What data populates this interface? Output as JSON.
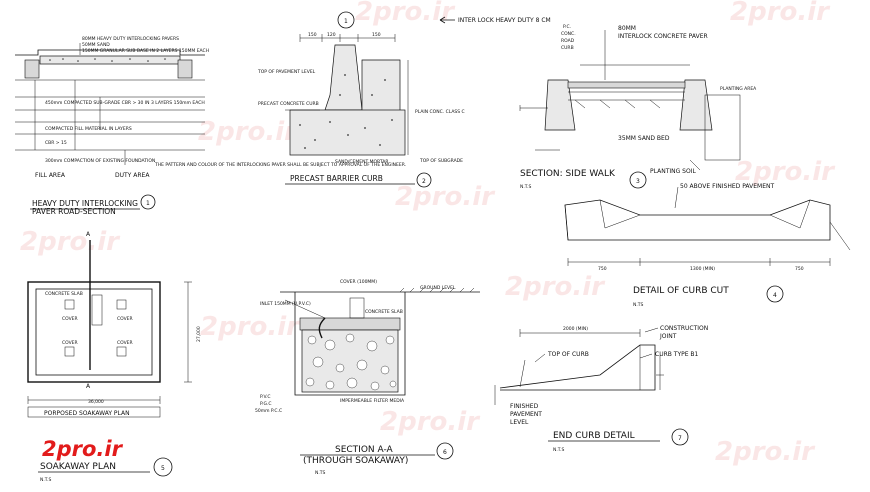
{
  "watermark": {
    "text": "2pro.ir",
    "color": "#e21b1b"
  },
  "details": {
    "paver_section": {
      "notes": [
        "80MM HEAVY DUTY INTERLOCKING PAVERS",
        "50MM SAND",
        "150MM GRANULAR SUB BASE IN 2 LAYERS 150MM EACH",
        "450mm COMPACTED SUB-GRADE CBR > 30 IN 3 LAYERS 150mm EACH",
        "COMPACTED FILL MATERIAL IN LAYERS",
        "CBR > 15",
        "300mm COMPACTION OF EXISTING FOUNDATION",
        "THE PATTERN AND COLOUR OF THE INTERLOCKING PAVER SHALL BE SUBJECT TO APPROVAL OF THE ENGINEER."
      ],
      "fill_area": "FILL AREA",
      "duty_area": "DUTY AREA",
      "title_line1": "HEAVY DUTY INTERLOCKING",
      "title_line2": "PAVER ROAD-SECTION",
      "number": "1"
    },
    "precast_curb": {
      "top_number": "1",
      "dims": [
        "150",
        "120",
        "150"
      ],
      "labels": {
        "top_pavement": "TOP OF PAVEMENT LEVEL",
        "precast_curb": "PRECAST CONCRETE CURB",
        "plain_conc": "PLAIN CONC. CLASS C",
        "sand_cement": "SAND/CEMENT MORTAR",
        "top_subgrade": "TOP OF SUBGRADE"
      },
      "title": "PRECAST BARRIER CURB",
      "number": "2"
    },
    "side_walk": {
      "interlock_label": "INTER LOCK HEAVY DUTY 8 CM",
      "pc_road_curb": [
        "P.C.",
        "CONC.",
        "ROAD",
        "CURB"
      ],
      "paver_label": "80MM",
      "paver_label2": "INTERLOCK CONCRETE PAVER",
      "planting_area": "PLANTING AREA",
      "sand_bed": "35MM SAND BED",
      "planting_soil": "PLANTING SOIL",
      "title": "SECTION: SIDE WALK",
      "nts": "N.T.S",
      "number": "3"
    },
    "curb_cut": {
      "label": "50 ABOVE FINISHED PAVEMENT",
      "dims": [
        "750",
        "1300 (MIN)",
        "750"
      ],
      "title": "DETAIL OF CURB CUT",
      "nts": "N.TS",
      "number": "4"
    },
    "soakaway_plan": {
      "caption": "PORPOSED SOAKAWAY PLAN",
      "inner_labels": [
        "CONCRETE SLAB",
        "COVER",
        "COVER",
        "COVER",
        "COVER"
      ],
      "section_mark": "A",
      "width_dim": "36,000",
      "height_dim": "27,000",
      "title": "SOAKAWAY PLAN",
      "nts": "N.T.S",
      "number": "5"
    },
    "section_aa": {
      "labels": {
        "cover": "COVER (100MM)",
        "ground": "GROUND LEVEL",
        "inlet": "INLET 150MM (U.P.V.C)",
        "slab": "CONCRETE SLAB",
        "pvc": "P.V.C",
        "ffl": "P.G.C",
        "bottom": "50mm P.C.C",
        "impermeable": "IMPERMEABLE FILTER MEDIA"
      },
      "title": "SECTION A-A",
      "subtitle": "(THROUGH SOAKAWAY)",
      "nts": "N.TS",
      "number": "6"
    },
    "end_curb": {
      "labels": {
        "dim": "2000 (MIN)",
        "construction": "CONSTRUCTION",
        "joint": "JOINT",
        "top_curb": "TOP OF CURB",
        "curb_type": "CURB TYPE B1",
        "finished": "FINISHED",
        "pavement": "PAVEMENT",
        "level": "LEVEL"
      },
      "title": "END CURB DETAIL",
      "nts": "N.T.S",
      "number": "7"
    }
  }
}
